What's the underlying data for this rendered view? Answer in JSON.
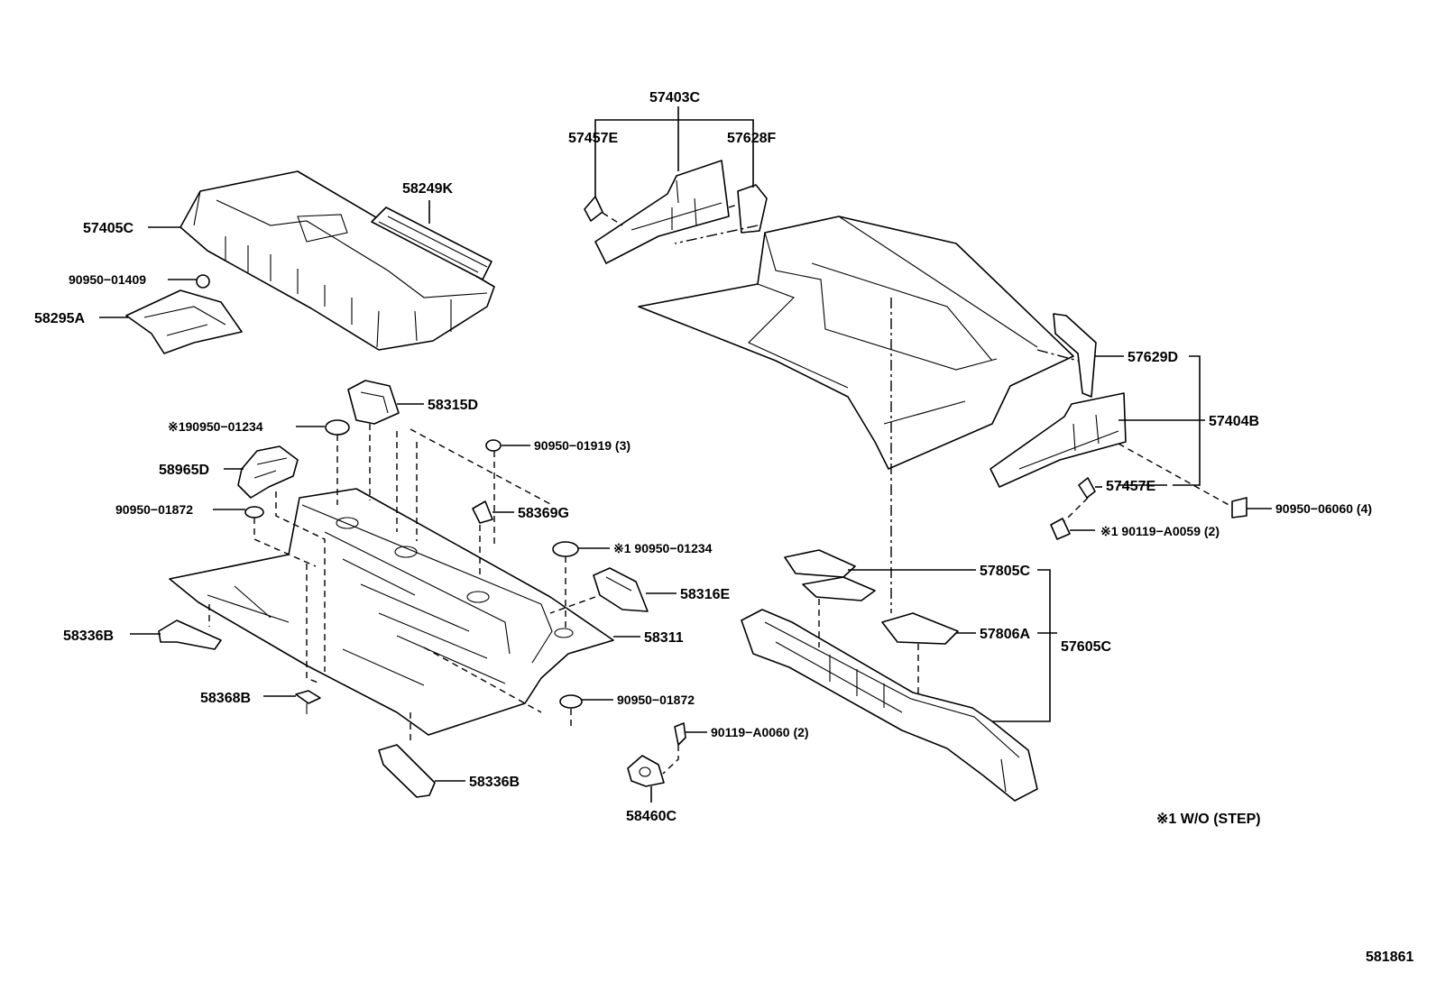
{
  "labels": {
    "p57403C": "57403C",
    "p57457E_top": "57457E",
    "p57628F": "57628F",
    "p58249K": "58249K",
    "p57405C": "57405C",
    "p90950_01409": "90950−01409",
    "p58295A": "58295A",
    "p58315D": "58315D",
    "p1_90950_01234_left": "※190950−01234",
    "p90950_01919": "90950−01919 (3)",
    "p58965D": "58965D",
    "p90950_01872_left": "90950−01872",
    "p58369G": "58369G",
    "p1_90950_01234_right": "※1 90950−01234",
    "p58316E": "58316E",
    "p58311": "58311",
    "p58336B_left": "58336B",
    "p58368B": "58368B",
    "p90950_01872_right": "90950−01872",
    "p90119_A0060": "90119−A0060 (2)",
    "p58336B_bottom": "58336B",
    "p58460C": "58460C",
    "p57629D": "57629D",
    "p57404B": "57404B",
    "p57457E_right": "57457E",
    "p90950_06060": "90950−06060 (4)",
    "p90119_A0059": "※1 90119−A0059 (2)",
    "p57805C": "57805C",
    "p57806A": "57806A",
    "p57605C": "57605C"
  },
  "note": "※1 W/O (STEP)",
  "figure_number": "581861"
}
